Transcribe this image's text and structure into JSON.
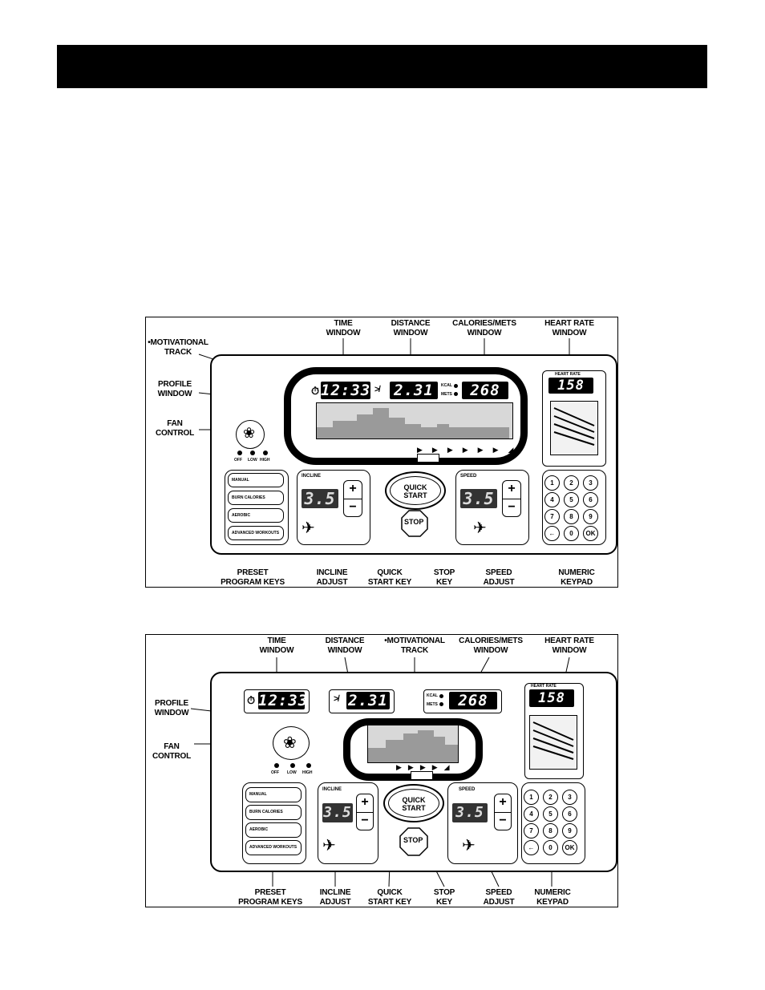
{
  "figure1": {
    "callouts": {
      "motivational_track": [
        "•MOTIVATIONAL",
        "TRACK"
      ],
      "time_window": [
        "TIME",
        "WINDOW"
      ],
      "distance_window": [
        "DISTANCE",
        "WINDOW"
      ],
      "calories_window": [
        "CALORIES/METS",
        "WINDOW"
      ],
      "heart_rate_window": [
        "HEART RATE",
        "WINDOW"
      ],
      "profile_window": [
        "PROFILE",
        "WINDOW"
      ],
      "fan_control": [
        "FAN",
        "CONTROL"
      ],
      "preset_keys": [
        "PRESET",
        "PROGRAM KEYS"
      ],
      "incline_adjust": [
        "INCLINE",
        "ADJUST"
      ],
      "quick_start_key": [
        "QUICK",
        "START KEY"
      ],
      "stop_key": [
        "STOP",
        "KEY"
      ],
      "speed_adjust": [
        "SPEED",
        "ADJUST"
      ],
      "numeric_keypad": [
        "NUMERIC",
        "KEYPAD"
      ]
    },
    "displays": {
      "time": "12:33",
      "distance": "2.31",
      "calories": "268",
      "heart_rate": "158",
      "incline": "3.5",
      "speed": "3.5"
    },
    "panel_text": {
      "heart_rate_title": "HEART RATE",
      "kcal": "KCAL",
      "mets": "METS",
      "incline": "INCLINE",
      "speed": "SPEED",
      "quick_start": [
        "QUICK",
        "START"
      ],
      "stop": "STOP",
      "fan": [
        "OFF",
        "LOW",
        "HIGH"
      ],
      "programs": [
        "MANUAL",
        "BURN CALORIES",
        "AEROBIC",
        "ADVANCED WORKOUTS"
      ],
      "keypad": [
        "1",
        "2",
        "3",
        "4",
        "5",
        "6",
        "7",
        "8",
        "9",
        "←",
        "0",
        "OK"
      ]
    }
  },
  "figure2": {
    "callouts": {
      "time_window": [
        "TIME",
        "WINDOW"
      ],
      "distance_window": [
        "DISTANCE",
        "WINDOW"
      ],
      "motivational_track": [
        "•MOTIVATIONAL",
        "TRACK"
      ],
      "calories_window": [
        "CALORIES/METS",
        "WINDOW"
      ],
      "heart_rate_window": [
        "HEART RATE",
        "WINDOW"
      ],
      "profile_window": [
        "PROFILE",
        "WINDOW"
      ],
      "fan_control": [
        "FAN",
        "CONTROL"
      ],
      "preset_keys": [
        "PRESET",
        "PROGRAM KEYS"
      ],
      "incline_adjust": [
        "INCLINE",
        "ADJUST"
      ],
      "quick_start_key": [
        "QUICK",
        "START KEY"
      ],
      "stop_key": [
        "STOP",
        "KEY"
      ],
      "speed_adjust": [
        "SPEED",
        "ADJUST"
      ],
      "numeric_keypad": [
        "NUMERIC",
        "KEYPAD"
      ]
    },
    "displays": {
      "time": "12:33",
      "distance": "2.31",
      "calories": "268",
      "heart_rate": "158",
      "incline": "3.5",
      "speed": "3.5"
    },
    "panel_text": {
      "heart_rate_title": "HEART RATE",
      "kcal": "KCAL",
      "mets": "METS",
      "incline": "INCLINE",
      "speed": "SPEED",
      "quick_start": [
        "QUICK",
        "START"
      ],
      "stop": "STOP",
      "fan": [
        "OFF",
        "LOW",
        "HIGH"
      ],
      "programs": [
        "MANUAL",
        "BURN CALORIES",
        "AEROBIC",
        "ADVANCED WORKOUTS"
      ],
      "keypad": [
        "1",
        "2",
        "3",
        "4",
        "5",
        "6",
        "7",
        "8",
        "9",
        "←",
        "0",
        "OK"
      ]
    }
  }
}
